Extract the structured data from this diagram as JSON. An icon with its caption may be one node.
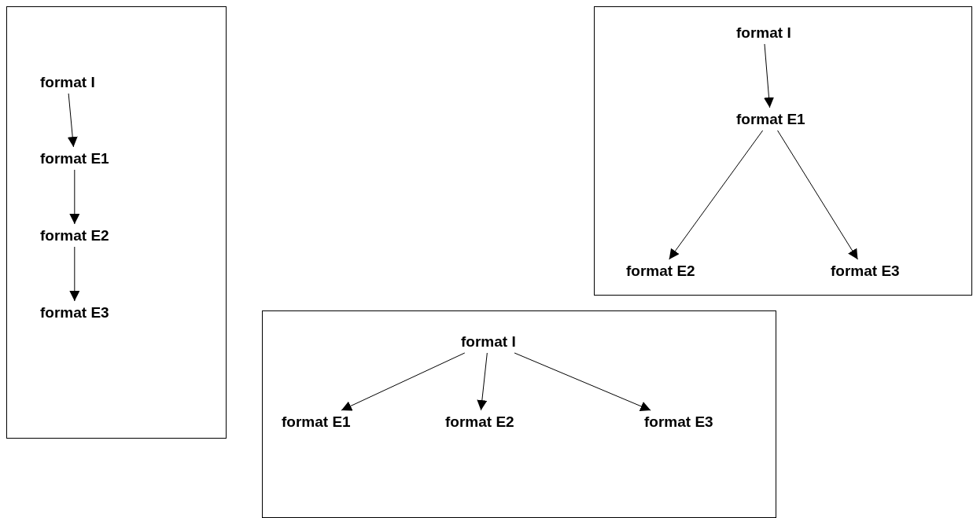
{
  "diagram": {
    "nodes": [
      {
        "text": [],
        "shape": "box"
      },
      {
        "text": [
          "format I"
        ],
        "in": 0
      },
      {
        "text": [
          "format E1"
        ],
        "in": 0
      },
      {
        "text": [
          "format E2"
        ],
        "in": 0
      },
      {
        "text": [
          "format E3"
        ],
        "in": 0
      },
      {
        "text": [],
        "shape": "box"
      },
      {
        "text": [
          "format I"
        ],
        "in": 5
      },
      {
        "text": [
          "format E1"
        ],
        "in": 5
      },
      {
        "text": [
          "format E2"
        ],
        "in": 5
      },
      {
        "text": [
          "format E3"
        ],
        "in": 5
      },
      {
        "text": [],
        "shape": "box"
      },
      {
        "text": [
          "format I"
        ],
        "in": 10
      },
      {
        "text": [
          "format E1"
        ],
        "in": 10
      },
      {
        "text": [
          "format E2"
        ],
        "in": 10
      },
      {
        "text": [
          "format E3"
        ],
        "in": 10
      }
    ],
    "edges": [
      {
        "from": 1,
        "to": 2,
        "arrow": "to"
      },
      {
        "from": 2,
        "to": 3,
        "arrow": "to"
      },
      {
        "from": 3,
        "to": 4,
        "arrow": "to"
      },
      {
        "from": 6,
        "to": 7,
        "arrow": "to"
      },
      {
        "from": 7,
        "to": 8,
        "arrow": "to"
      },
      {
        "from": 7,
        "to": 9,
        "arrow": "to"
      },
      {
        "from": 11,
        "to": 12,
        "arrow": "to"
      },
      {
        "from": 11,
        "to": 13,
        "arrow": "to"
      },
      {
        "from": 11,
        "to": 14,
        "arrow": "to"
      }
    ]
  }
}
